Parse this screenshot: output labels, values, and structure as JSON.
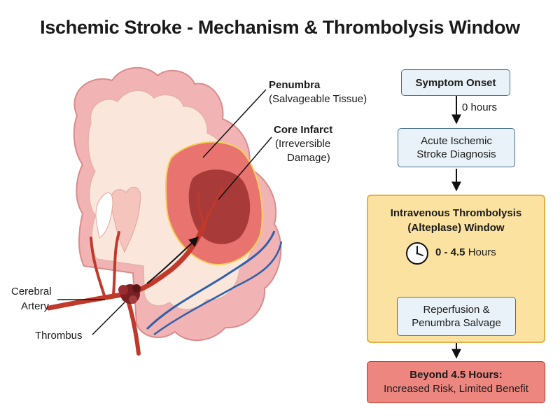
{
  "title": "Ischemic Stroke - Mechanism & Thrombolysis Window",
  "brain_labels": {
    "penumbra": "Penumbra",
    "penumbra_sub": "(Salvageable Tissue)",
    "core": "Core Infarct",
    "core_sub_1": "(Irreversible",
    "core_sub_2": "Damage)",
    "artery_1": "Cerebral",
    "artery_2": "Artery",
    "thrombus": "Thrombus"
  },
  "flow": {
    "onset": "Symptom Onset",
    "onset_time": "0 hours",
    "diagnosis_1": "Acute Ischemic",
    "diagnosis_2": "Stroke Diagnosis",
    "window_title_1": "Intravenous Thrombolysis",
    "window_title_2": "(Alteplase) Window",
    "window_range_bold": "0 - 4.5",
    "window_range_unit": "Hours",
    "reperfusion_1": "Reperfusion &",
    "reperfusion_2": "Penumbra Salvage",
    "beyond_title": "Beyond 4.5 Hours:",
    "beyond_text": "Increased Risk, Limited Benefit"
  },
  "colors": {
    "brain_outer": "#f1b3b3",
    "brain_inner": "#fbe6dc",
    "penumbra": "#e9746f",
    "core": "#a83a3a",
    "artery": "#c0392b",
    "vein": "#2f5fa8",
    "window_fill": "#fbe2a0",
    "beyond_fill": "#ee8680",
    "box_fill": "#e9f2f8"
  },
  "icons": [
    "clock-icon",
    "arrow-down-icon"
  ]
}
